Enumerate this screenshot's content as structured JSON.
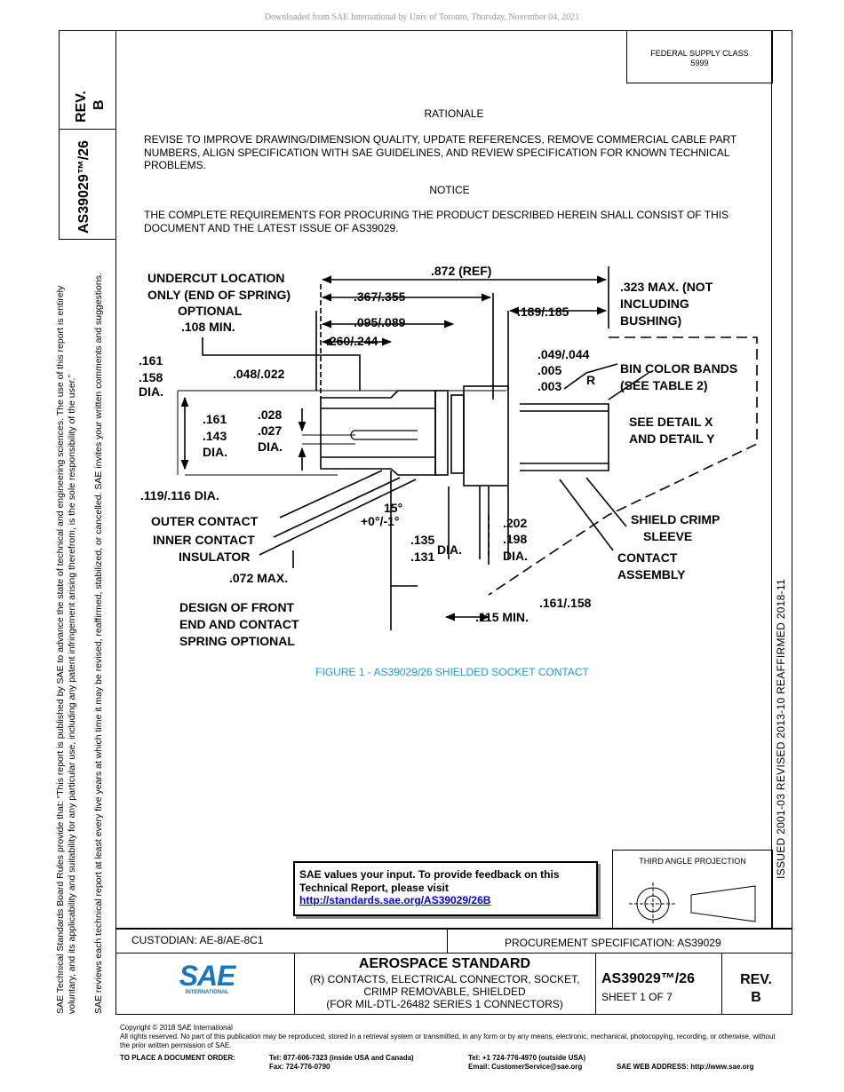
{
  "download_notice": "Downloaded from SAE International by Univ of Toronto, Thursday, November 04, 2021",
  "rev_box": {
    "label": "REV.",
    "value": "B"
  },
  "doc_number_vertical": "AS39029™/26",
  "federal_supply": {
    "line1": "FEDERAL SUPPLY CLASS",
    "line2": "5999"
  },
  "rationale": {
    "heading": "RATIONALE",
    "body": "REVISE TO IMPROVE DRAWING/DIMENSION QUALITY, UPDATE REFERENCES, REMOVE COMMERCIAL CABLE PART NUMBERS, ALIGN SPECIFICATION WITH SAE GUIDELINES, AND REVIEW SPECIFICATION FOR KNOWN TECHNICAL PROBLEMS."
  },
  "notice": {
    "heading": "NOTICE",
    "body": "THE COMPLETE REQUIREMENTS FOR PROCURING THE PRODUCT DESCRIBED HEREIN SHALL CONSIST OF THIS DOCUMENT AND THE LATEST ISSUE OF AS39029."
  },
  "drawing": {
    "undercut": [
      "UNDERCUT LOCATION",
      "ONLY (END OF SPRING)",
      "OPTIONAL",
      ".108 MIN."
    ],
    "dim_872": ".872 (REF)",
    "dim_367": ".367/.355",
    "dim_323": [
      ".323 MAX. (NOT",
      "INCLUDING",
      "BUSHING)"
    ],
    "dim_095": ".095/.089",
    "dim_189": ".189/.185",
    "dim_260": ".260/.244",
    "dim_161_158": [
      ".161",
      ".158",
      "DIA."
    ],
    "dim_048": ".048/.022",
    "dim_049": ".049/.044",
    "dim_005": [
      ".005",
      ".003"
    ],
    "r_label": "R",
    "bin_color": [
      "BIN COLOR BANDS",
      "(SEE TABLE 2)"
    ],
    "dim_161_143": [
      ".161",
      ".143",
      "DIA."
    ],
    "dim_028": [
      ".028",
      ".027",
      "DIA."
    ],
    "see_detail": [
      "SEE DETAIL X",
      "AND DETAIL Y"
    ],
    "dim_119": ".119/.116 DIA.",
    "angle": [
      "15°",
      "+0°/-1°"
    ],
    "outer_contact": "OUTER CONTACT",
    "inner_contact": "INNER CONTACT",
    "insulator": "INSULATOR",
    "dim_135": [
      ".135",
      ".131"
    ],
    "dia": "DIA.",
    "dim_202": [
      ".202",
      ".198",
      "DIA."
    ],
    "shield_crimp": [
      "SHIELD CRIMP",
      "SLEEVE"
    ],
    "contact_assembly": [
      "CONTACT",
      "ASSEMBLY"
    ],
    "dim_072": ".072 MAX.",
    "dim_161_158b": ".161/.158",
    "design_front": [
      "DESIGN OF FRONT",
      "END AND CONTACT",
      "SPRING OPTIONAL"
    ],
    "dim_115": ".115 MIN."
  },
  "figure_caption": "FIGURE 1 - AS39029/26 SHIELDED SOCKET CONTACT",
  "caption_color": "#1a9ad6",
  "side_dates": "ISSUED 2001-03     REVISED 2013-10     REAFFIRMED 2018-11",
  "left_margin": {
    "line1": "SAE Technical Standards Board Rules provide that: “This report is published by SAE to advance the state of technical and engineering sciences. The use of this report is entirely",
    "line2": "voluntary, and its applicability and suitability for any particular use, including any patent infringement arising therefrom, is the sole responsibility of the user.”",
    "line3": "SAE reviews each technical report at least every five years at which time it may be revised, reaffirmed, stabilized, or cancelled. SAE invites your written comments and suggestions."
  },
  "feedback": {
    "text": "SAE values your input. To provide feedback on this Technical Report, please visit",
    "link": "http://standards.sae.org/AS39029/26B"
  },
  "projection": {
    "label": "THIRD ANGLE PROJECTION"
  },
  "custodian": "CUSTODIAN: AE-8/AE-8C1",
  "procurement": "PROCUREMENT SPECIFICATION: AS39029",
  "title_block": {
    "heading": "AEROSPACE STANDARD",
    "line1": "(R) CONTACTS, ELECTRICAL CONNECTOR, SOCKET,",
    "line2": "CRIMP REMOVABLE, SHIELDED",
    "line3": "(FOR MIL-DTL-26482 SERIES 1 CONNECTORS)",
    "doc_number": "AS39029™/26",
    "sheet": "SHEET 1 OF 7",
    "rev_label": "REV.",
    "rev_value": "B"
  },
  "logo": {
    "text": "SAE",
    "sub": "INTERNATIONAL",
    "color": "#1b75bc"
  },
  "footer": {
    "copyright": "Copyright © 2018 SAE International",
    "rights": "All rights reserved. No part of this publication may be reproduced, stored in a retrieval system or transmitted, in any form or by any means, electronic, mechanical, photocopying, recording, or otherwise, without the prior written permission of SAE.",
    "order_label": "TO PLACE A DOCUMENT ORDER:",
    "tel1": "Tel: 877-606-7323 (inside USA and Canada)",
    "tel2": "Tel: +1 724-776-4970 (outside USA)",
    "fax": "Fax: 724-776-0790",
    "email": "Email: CustomerService@sae.org",
    "web": "SAE WEB ADDRESS: http://www.sae.org"
  }
}
